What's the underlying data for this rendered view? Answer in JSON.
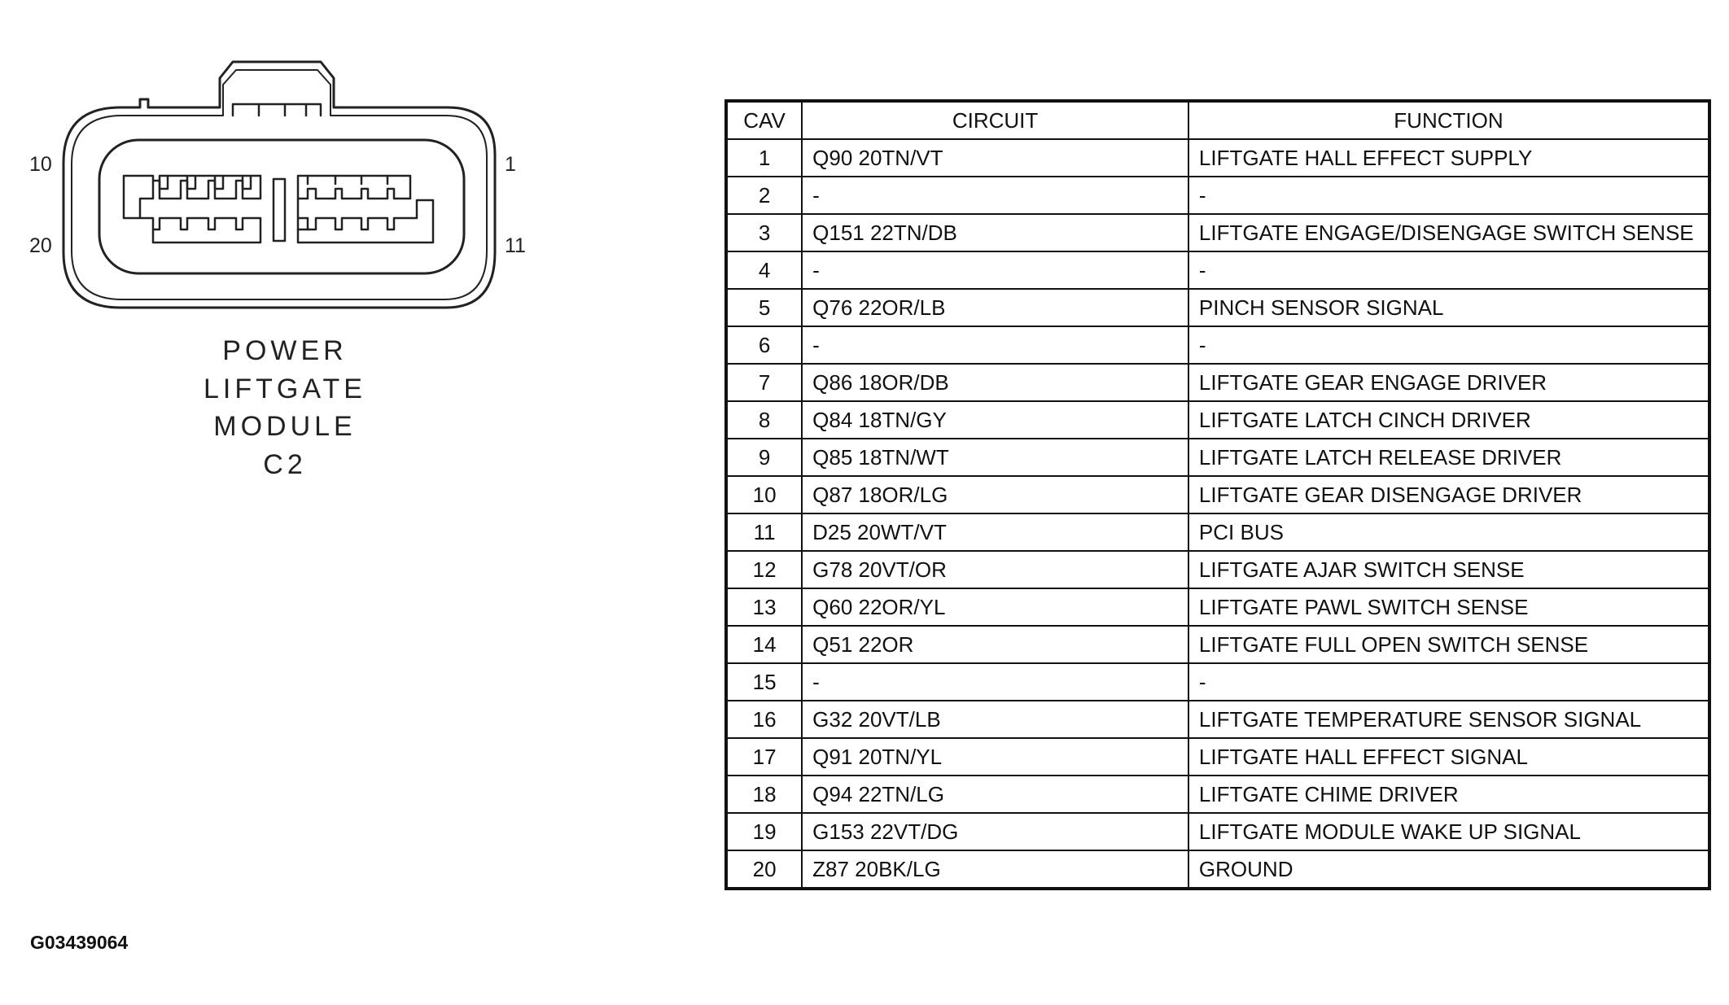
{
  "connector": {
    "pin_labels": {
      "top_left": "10",
      "bottom_left": "20",
      "top_right": "1",
      "bottom_right": "11"
    },
    "name_lines": [
      "POWER",
      "LIFTGATE",
      "MODULE",
      "C2"
    ]
  },
  "figure_code": "G03439064",
  "table": {
    "headers": {
      "cav": "CAV",
      "circuit": "CIRCUIT",
      "function": "FUNCTION"
    },
    "rows": [
      {
        "cav": "1",
        "circuit": "Q90 20TN/VT",
        "function": "LIFTGATE HALL EFFECT SUPPLY"
      },
      {
        "cav": "2",
        "circuit": "-",
        "function": "-"
      },
      {
        "cav": "3",
        "circuit": "Q151 22TN/DB",
        "function": "LIFTGATE ENGAGE/DISENGAGE SWITCH SENSE"
      },
      {
        "cav": "4",
        "circuit": "-",
        "function": "-"
      },
      {
        "cav": "5",
        "circuit": "Q76 22OR/LB",
        "function": "PINCH SENSOR SIGNAL"
      },
      {
        "cav": "6",
        "circuit": "-",
        "function": "-"
      },
      {
        "cav": "7",
        "circuit": "Q86 18OR/DB",
        "function": "LIFTGATE GEAR ENGAGE DRIVER"
      },
      {
        "cav": "8",
        "circuit": "Q84 18TN/GY",
        "function": "LIFTGATE LATCH CINCH DRIVER"
      },
      {
        "cav": "9",
        "circuit": "Q85 18TN/WT",
        "function": "LIFTGATE LATCH RELEASE DRIVER"
      },
      {
        "cav": "10",
        "circuit": "Q87 18OR/LG",
        "function": "LIFTGATE GEAR DISENGAGE DRIVER"
      },
      {
        "cav": "11",
        "circuit": "D25 20WT/VT",
        "function": "PCI BUS"
      },
      {
        "cav": "12",
        "circuit": "G78 20VT/OR",
        "function": "LIFTGATE AJAR SWITCH SENSE"
      },
      {
        "cav": "13",
        "circuit": "Q60 22OR/YL",
        "function": "LIFTGATE PAWL SWITCH SENSE"
      },
      {
        "cav": "14",
        "circuit": "Q51 22OR",
        "function": "LIFTGATE FULL OPEN SWITCH SENSE"
      },
      {
        "cav": "15",
        "circuit": "-",
        "function": "-"
      },
      {
        "cav": "16",
        "circuit": "G32 20VT/LB",
        "function": "LIFTGATE TEMPERATURE SENSOR SIGNAL"
      },
      {
        "cav": "17",
        "circuit": "Q91 20TN/YL",
        "function": "LIFTGATE HALL EFFECT SIGNAL"
      },
      {
        "cav": "18",
        "circuit": "Q94 22TN/LG",
        "function": "LIFTGATE CHIME DRIVER"
      },
      {
        "cav": "19",
        "circuit": "G153 22VT/DG",
        "function": "LIFTGATE MODULE WAKE UP SIGNAL"
      },
      {
        "cav": "20",
        "circuit": "Z87 20BK/LG",
        "function": "GROUND"
      }
    ]
  }
}
